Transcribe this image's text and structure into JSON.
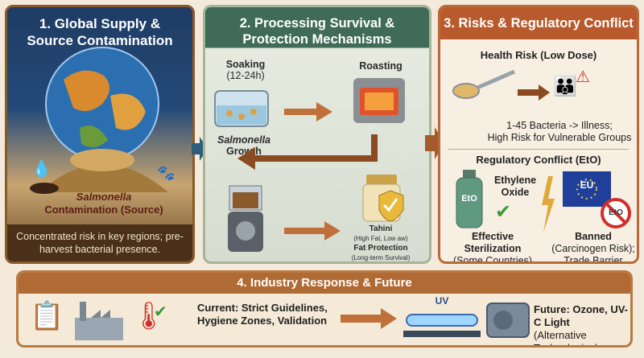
{
  "panel1": {
    "title": "1. Global Supply & Source Contamination",
    "contamination_italic": "Salmonella",
    "contamination_rest": "Contamination (Source)",
    "footer": "Concentrated risk in key regions; pre-harvest bacterial presence."
  },
  "panel2": {
    "title": "2. Processing Survival & Protection Mechanisms",
    "soaking": "Soaking",
    "soaking_duration": "(12-24h)",
    "roasting": "Roasting",
    "growth_italic": "Salmonella",
    "growth_rest": "Growth",
    "tahini": "Tahini",
    "tahini_note": "(High Fat, Low aw)",
    "fat_protection": "Fat Protection",
    "fat_note": "(Long-term Survival)"
  },
  "panel3": {
    "title": "3. Risks & Regulatory Conflict",
    "health_risk": "Health Risk (Low Dose)",
    "health_text_1": "1-45 Bacteria -> Illness;",
    "health_text_2": "High Risk for Vulnerable Groups",
    "regulatory": "Regulatory Conflict (EtO)",
    "eto_label": "EtO",
    "ethylene": "Ethylene Oxide",
    "effective": "Effective Sterilization",
    "some_countries": "(Some Countries)",
    "eu_label": "EU",
    "banned": "Banned",
    "carcinogen": "(Carcinogen Risk);",
    "trade_barrier": "Trade Barrier"
  },
  "panel4": {
    "title": "4. Industry Response & Future",
    "current": "Current: Strict Guidelines, Hygiene Zones, Validation",
    "uv_label": "UV",
    "future": "Future: Ozone, UV-C Light",
    "future_note": "(Alternative Technologies)"
  },
  "colors": {
    "panel1_bg": "#1e3c64",
    "panel2_bg": "#3f6b58",
    "panel3_header": "#b85a2c",
    "panel4_header": "#b06a34",
    "arrow": "#c0703a"
  }
}
